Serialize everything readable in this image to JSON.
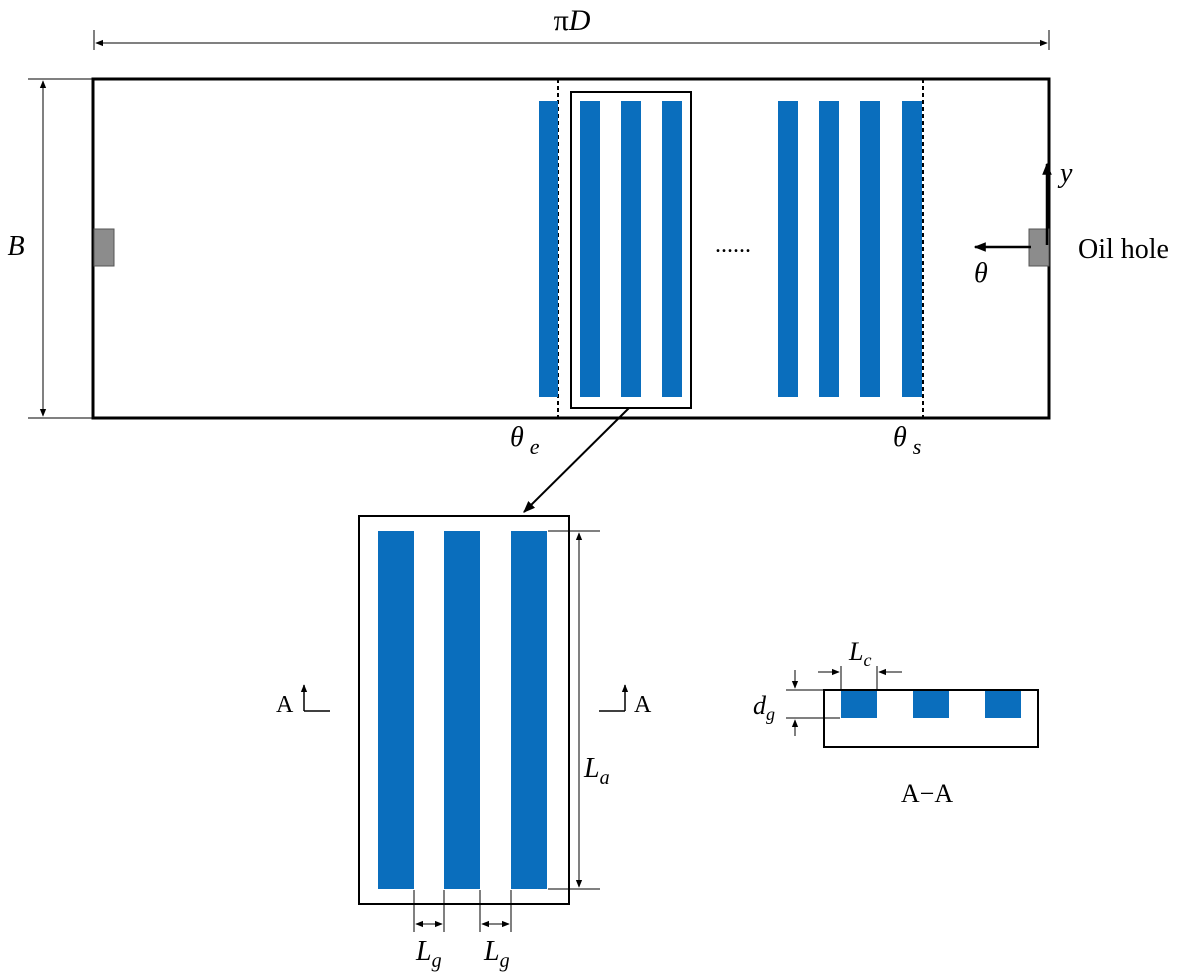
{
  "labels": {
    "pi_d_pi": "π",
    "pi_d_d": "D",
    "bearing_width": "B",
    "axis_y": "y",
    "axis_theta": "θ",
    "oil_hole": "Oil hole",
    "ellipsis": "......",
    "theta_e_sym": "θ",
    "theta_e_sub": "e",
    "theta_s_sym": "θ",
    "theta_s_sub": "s",
    "section_mark": "A",
    "groove_length_sym": "L",
    "groove_length_sub": "a",
    "groove_gap_sym": "L",
    "groove_gap_sub": "g",
    "groove_width_sym": "L",
    "groove_width_sub": "c",
    "groove_depth_sym": "d",
    "groove_depth_sub": "g",
    "section_title": "A−A"
  },
  "colors": {
    "groove": "#0a6ebd",
    "oil_hole": "#8c8c8c",
    "line": "#000000"
  }
}
